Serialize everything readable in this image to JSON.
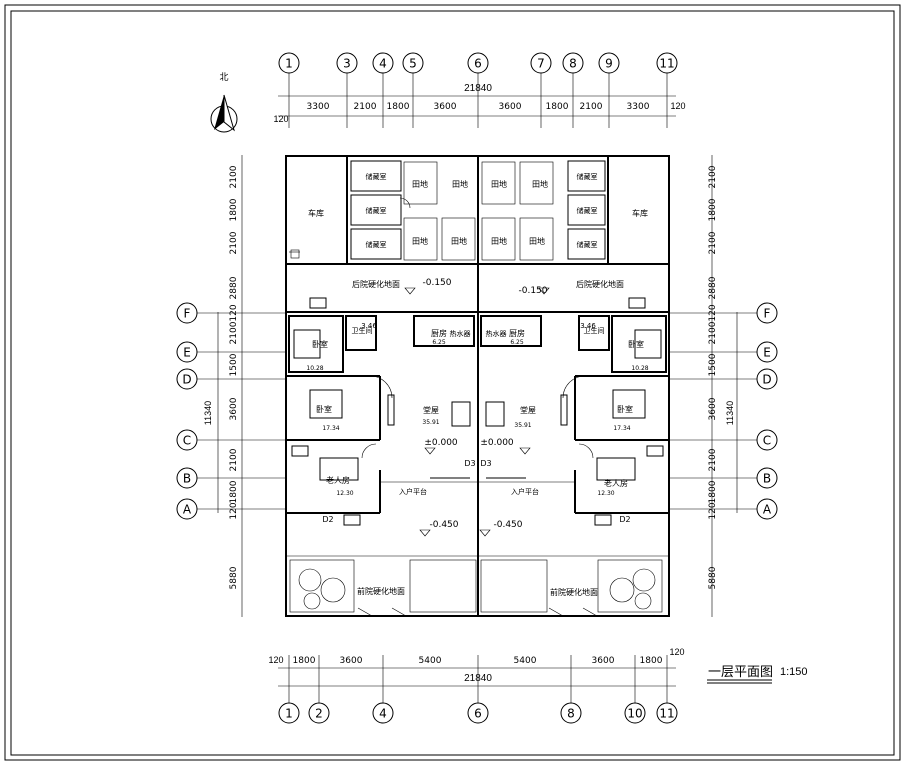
{
  "north_label": "北",
  "axis_top": [
    "1",
    "3",
    "4",
    "5",
    "6",
    "7",
    "8",
    "9",
    "11"
  ],
  "axis_bottom": [
    "1",
    "2",
    "4",
    "6",
    "8",
    "10",
    "11"
  ],
  "axis_side": [
    "F",
    "E",
    "D",
    "C",
    "B",
    "A"
  ],
  "dim_top_total": "21840",
  "dim_top_segments": [
    "3300",
    "2100",
    "1800",
    "3600",
    "3600",
    "1800",
    "2100",
    "3300"
  ],
  "dim_top_end_left": "120",
  "dim_top_end_right": "120",
  "dim_bottom_total": "21840",
  "dim_bottom_segments": [
    "1800",
    "3600",
    "5400",
    "5400",
    "3600",
    "1800"
  ],
  "dim_bottom_end_left": "120",
  "dim_bottom_end_right": "120",
  "dim_side_segments": [
    "2100",
    "1800",
    "2100",
    "2880",
    "120",
    "2100",
    "1500",
    "3600",
    "2100",
    "1800",
    "120",
    "5880"
  ],
  "dim_side_total": "11340",
  "rooms": {
    "storage": "储藏室",
    "garage": "车库",
    "field": "田地",
    "backyard": "后院硬化地面",
    "frontyard": "前院硬化地面",
    "bedroom": "卧室",
    "bathroom": "卫生间",
    "kitchen": "厨房",
    "boiler": "热水器",
    "hall": "堂屋",
    "elder_room": "老人房",
    "entry": "入户平台",
    "d2": "D2",
    "d3": "D3"
  },
  "areas": {
    "bath": "3.46",
    "kitchen": "6.25",
    "bed1": "10.28",
    "bed2": "17.34",
    "hall": "35.91",
    "elder": "12.30"
  },
  "levels": {
    "backyard": "-0.150",
    "hall": "±0.000",
    "front": "-0.450"
  },
  "plan_title": "一层平面图",
  "plan_scale": "1:150"
}
